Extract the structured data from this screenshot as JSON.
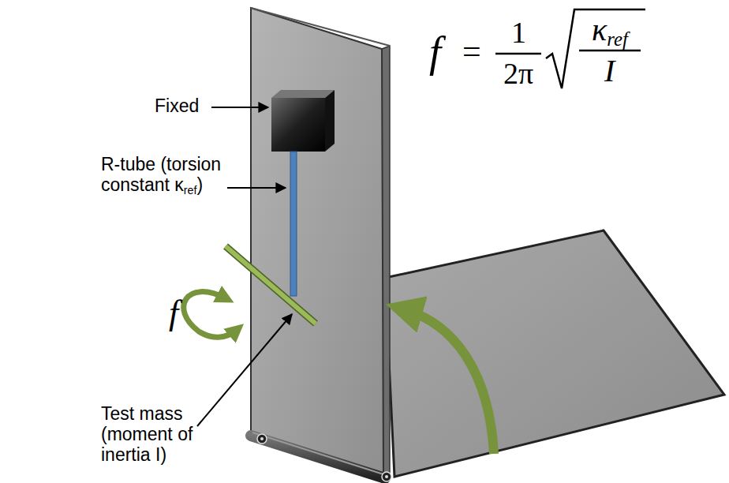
{
  "diagram": {
    "labels": [
      "Fixed",
      "R-tube (torsion constant κref)",
      "f",
      "Test mass (moment of inertia I)",
      "f",
      "=",
      "1",
      "2π",
      "κref",
      "I"
    ]
  }
}
